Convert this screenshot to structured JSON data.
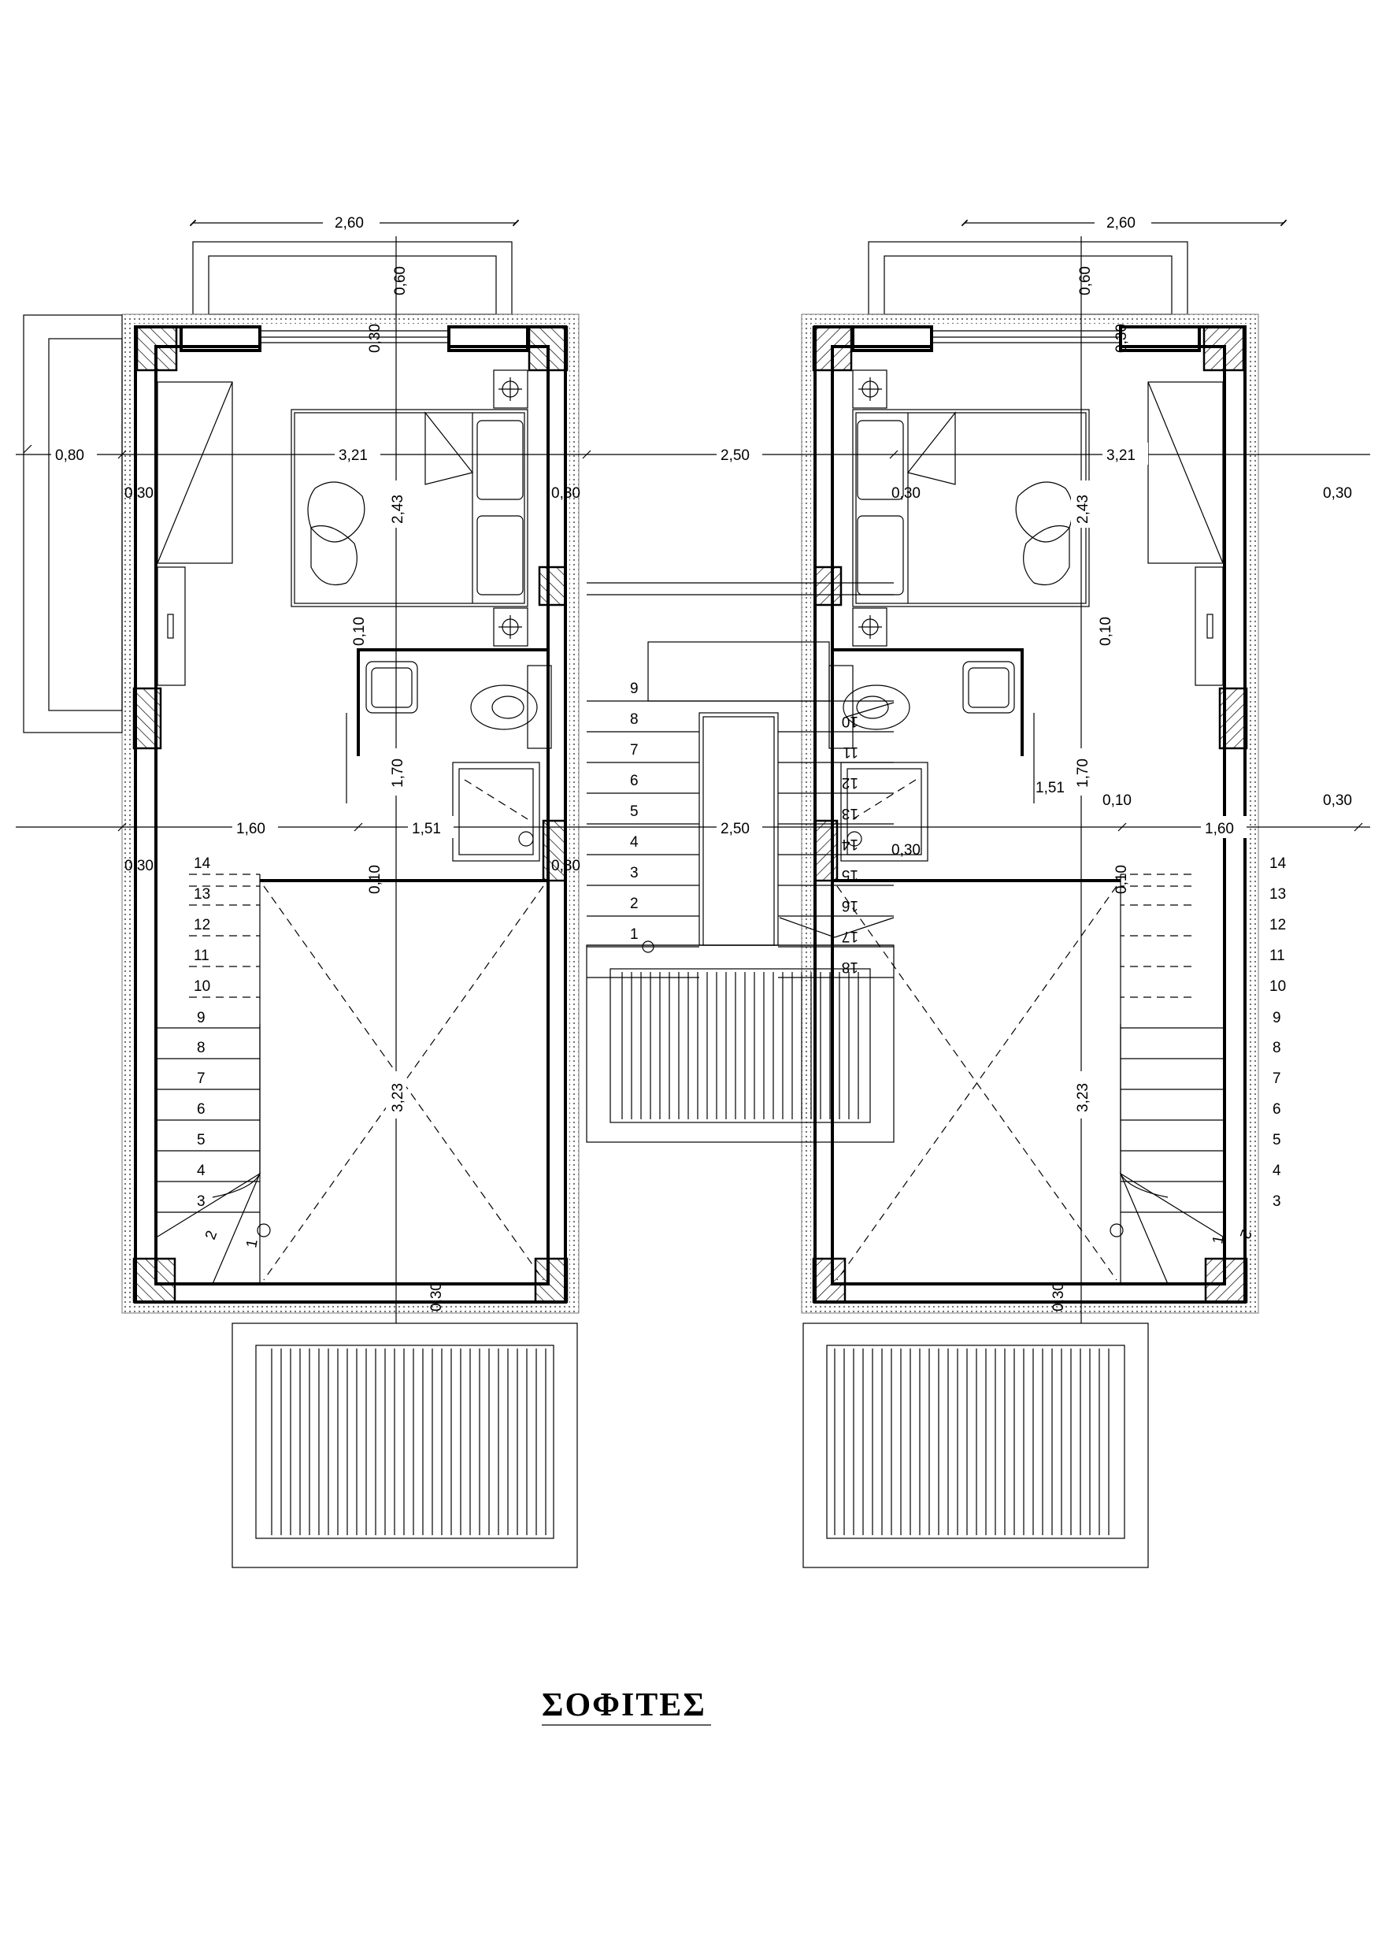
{
  "title": "ΣΟΦΙΤΕΣ",
  "dimensions": {
    "balcony_width": "2,60",
    "balcony_depth": "0,60",
    "wall_030": "0,30",
    "side_balcony": "0,80",
    "room_width": "3,21",
    "gap_width": "2,50",
    "bed_depth": "2,43",
    "partition": "0,10",
    "bath_depth": "1,70",
    "stair_width": "1,60",
    "bath_width": "1,51",
    "void_depth": "3,23"
  },
  "central_stair": {
    "left_steps": [
      "9",
      "8",
      "7",
      "6",
      "5",
      "4",
      "3",
      "2",
      "1"
    ],
    "right_steps": [
      "10",
      "11",
      "12",
      "13",
      "14",
      "15",
      "16",
      "17",
      "18"
    ]
  },
  "unit_stair": {
    "steps": [
      "14",
      "13",
      "12",
      "11",
      "10",
      "9",
      "8",
      "7",
      "6",
      "5",
      "4",
      "3"
    ],
    "winder_steps": [
      "2",
      "1"
    ]
  }
}
